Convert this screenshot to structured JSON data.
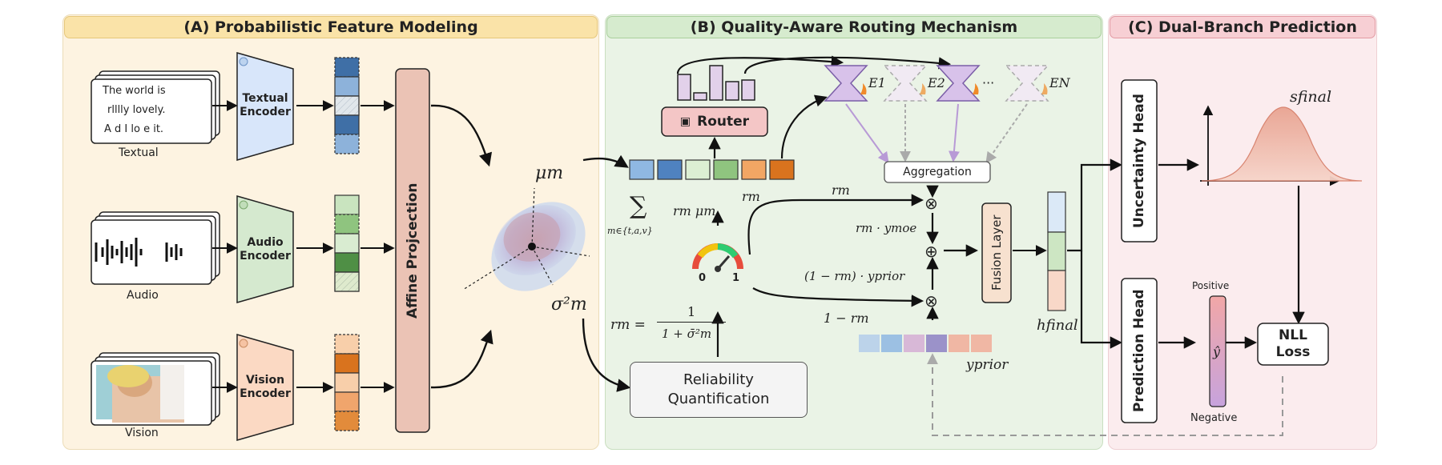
{
  "panels": {
    "a_title": "(A) Probabilistic Feature Modeling",
    "b_title": "(B) Quality-Aware Routing Mechanism",
    "c_title": "(C) Dual-Branch Prediction"
  },
  "textual": {
    "card_lines": [
      "The world is",
      "rlllly lovely.",
      "A d I lo e it."
    ],
    "caption": "Textual",
    "encoder": "Textual Encoder"
  },
  "audio": {
    "caption": "Audio",
    "encoder": "Audio Encoder"
  },
  "vision": {
    "caption": "Vision",
    "encoder": "Vision Encoder"
  },
  "affine": "Affine Projcection",
  "gaussian": {
    "mu": "μm",
    "sigma": "σ²m"
  },
  "router": {
    "label": "Router",
    "icon": "router-icon"
  },
  "experts": {
    "e1": "E1",
    "e2": "E2",
    "dots": "···",
    "en": "EN"
  },
  "aggregation": "Aggregation",
  "math": {
    "sum": "∑",
    "sum_sub": "m∈{t,a,v}",
    "rm_mu": "rm μm",
    "rm": "rm",
    "rm_top": "rm",
    "rm_ymoe": "rm · ymoe",
    "one_minus_rm_yprior": "(1 − rm) · yprior",
    "one_minus_rm": "1 − rm",
    "rm_eq_lhs": "rm =",
    "rm_eq_num": "1",
    "rm_eq_den": "1 + σ̄²m",
    "y_prior": "yprior",
    "h_final": "hfinal",
    "s_final": "sfinal",
    "otimes": "⊗",
    "oplus": "⊕"
  },
  "gauge": {
    "min": "0",
    "max": "1"
  },
  "reliability": [
    "Reliability",
    "Quantification"
  ],
  "fusion": "Fusion Layer",
  "uncertainty_head": "Uncertainty Head",
  "prediction_head": "Prediction Head",
  "polarity": {
    "positive": "Positive",
    "negative": "Negative",
    "y_hat": "ŷ"
  },
  "nll": [
    "NLL",
    "Loss"
  ],
  "colors": {
    "panel_a_bg": "#fdf3e1",
    "panel_a_title": "#fae3a8",
    "panel_b_bg": "#eaf3e6",
    "panel_b_title": "#d6ebce",
    "panel_c_bg": "#fbecee",
    "panel_c_title": "#f7cfd4",
    "textual_encoder": "#d8e6fa",
    "audio_encoder": "#d5e9cf",
    "vision_encoder": "#fbd9c3",
    "affine": "#ebc3b5",
    "router": "#f4c6c6",
    "expert": "#d8c2ea"
  }
}
